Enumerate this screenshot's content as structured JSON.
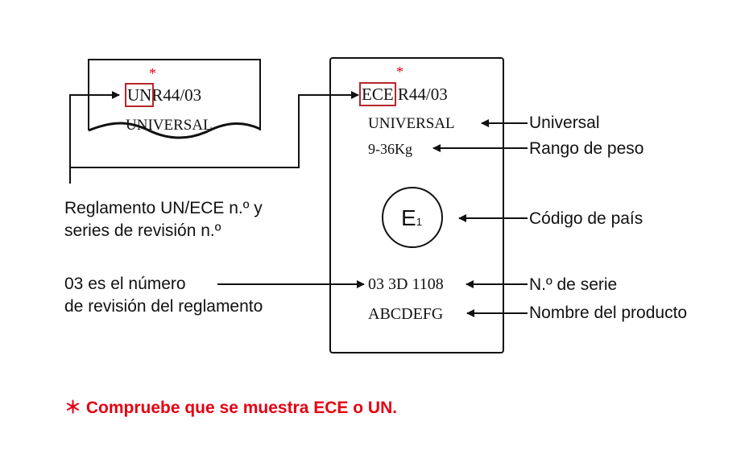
{
  "small_label": {
    "asterisk": "*",
    "prefix": "UN",
    "code": "R44/03",
    "category": "UNIVERSAL"
  },
  "large_label": {
    "asterisk": "*",
    "prefix": "ECE",
    "code": "R44/03",
    "category": "UNIVERSAL",
    "weight": "9-36Kg",
    "mark_letter": "E",
    "mark_number": "1",
    "serial": "03 3D 1108",
    "product": "ABCDEFG"
  },
  "callouts": {
    "regulation_line1": "Reglamento UN/ECE n.º y",
    "regulation_line2": "series de revisión n.º",
    "revision_line1": "03 es el número",
    "revision_line2": "de revisión del reglamento",
    "universal": "Universal",
    "weight_range": "Rango de peso",
    "country_code": "Código de país",
    "serial_no": "N.º de serie",
    "product_name": "Nombre del producto"
  },
  "note": "＊ Compruebe que se muestra ECE o UN.",
  "colors": {
    "accent": "#e60012",
    "highlight": "#b5262a"
  }
}
